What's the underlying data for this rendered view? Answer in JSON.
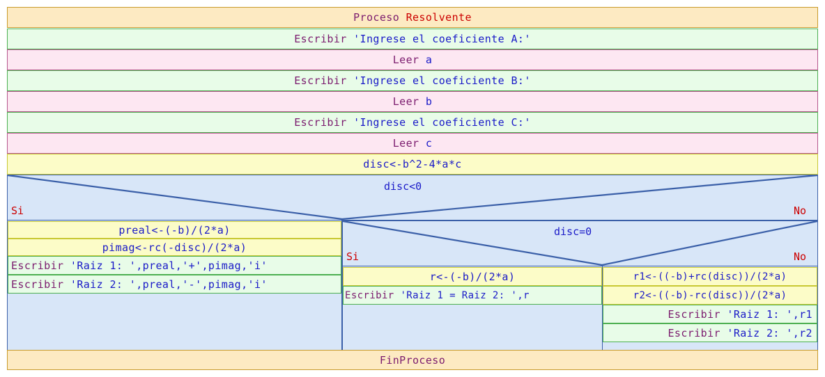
{
  "diagram": {
    "title": "Proceso Resolvente",
    "language": "es",
    "colors": {
      "process_bg": "#fdeac2",
      "process_border": "#c89a2a",
      "write_bg": "#e8fce8",
      "write_border": "#4caf50",
      "read_bg": "#fde7f2",
      "read_border": "#b5578d",
      "assign_bg": "#fcfcc8",
      "assign_border": "#c8c832",
      "decision_bg": "#d8e6f8",
      "decision_border": "#3a5fa8",
      "keyword_text": "#7b1b6e",
      "name_text": "#cc0000",
      "expression_text": "#1a1ac8",
      "branch_text": "#cc0000"
    }
  },
  "header": {
    "keyword": "Proceso ",
    "name": "Resolvente"
  },
  "footer": {
    "keyword": "FinProceso"
  },
  "steps": [
    {
      "keyword": "Escribir ",
      "expr": "'Ingrese el coeficiente A:'"
    },
    {
      "keyword": "Leer ",
      "expr": "a"
    },
    {
      "keyword": "Escribir ",
      "expr": "'Ingrese el coeficiente B:'"
    },
    {
      "keyword": "Leer ",
      "expr": "b"
    },
    {
      "keyword": "Escribir ",
      "expr": "'Ingrese el coeficiente C:'"
    },
    {
      "keyword": "Leer ",
      "expr": "c"
    },
    {
      "keyword": "",
      "expr": "disc<-b^2-4*a*c"
    }
  ],
  "decision_outer": {
    "condition": "disc<0",
    "yes_label": "Si",
    "no_label": "No"
  },
  "decision_inner": {
    "condition": "disc=0",
    "yes_label": "Si",
    "no_label": "No"
  },
  "branch_negative": [
    {
      "keyword": "",
      "expr": "preal<-(-b)/(2*a)"
    },
    {
      "keyword": "",
      "expr": "pimag<-rc(-disc)/(2*a)"
    },
    {
      "keyword": "Escribir ",
      "expr": "'Raiz 1: ',preal,'+',pimag,'i'"
    },
    {
      "keyword": "Escribir ",
      "expr": "'Raiz 2: ',preal,'-',pimag,'i'"
    }
  ],
  "branch_zero": [
    {
      "keyword": "",
      "expr": "r<-(-b)/(2*a)"
    },
    {
      "keyword": "Escribir ",
      "expr": "'Raiz 1 = Raiz 2: ',r"
    }
  ],
  "branch_positive": [
    {
      "keyword": "",
      "expr": "r1<-((-b)+rc(disc))/(2*a)"
    },
    {
      "keyword": "",
      "expr": "r2<-((-b)-rc(disc))/(2*a)"
    },
    {
      "keyword": "Escribir ",
      "expr": "'Raiz 1: ',r1"
    },
    {
      "keyword": "Escribir ",
      "expr": "'Raiz 2: ',r2"
    }
  ]
}
